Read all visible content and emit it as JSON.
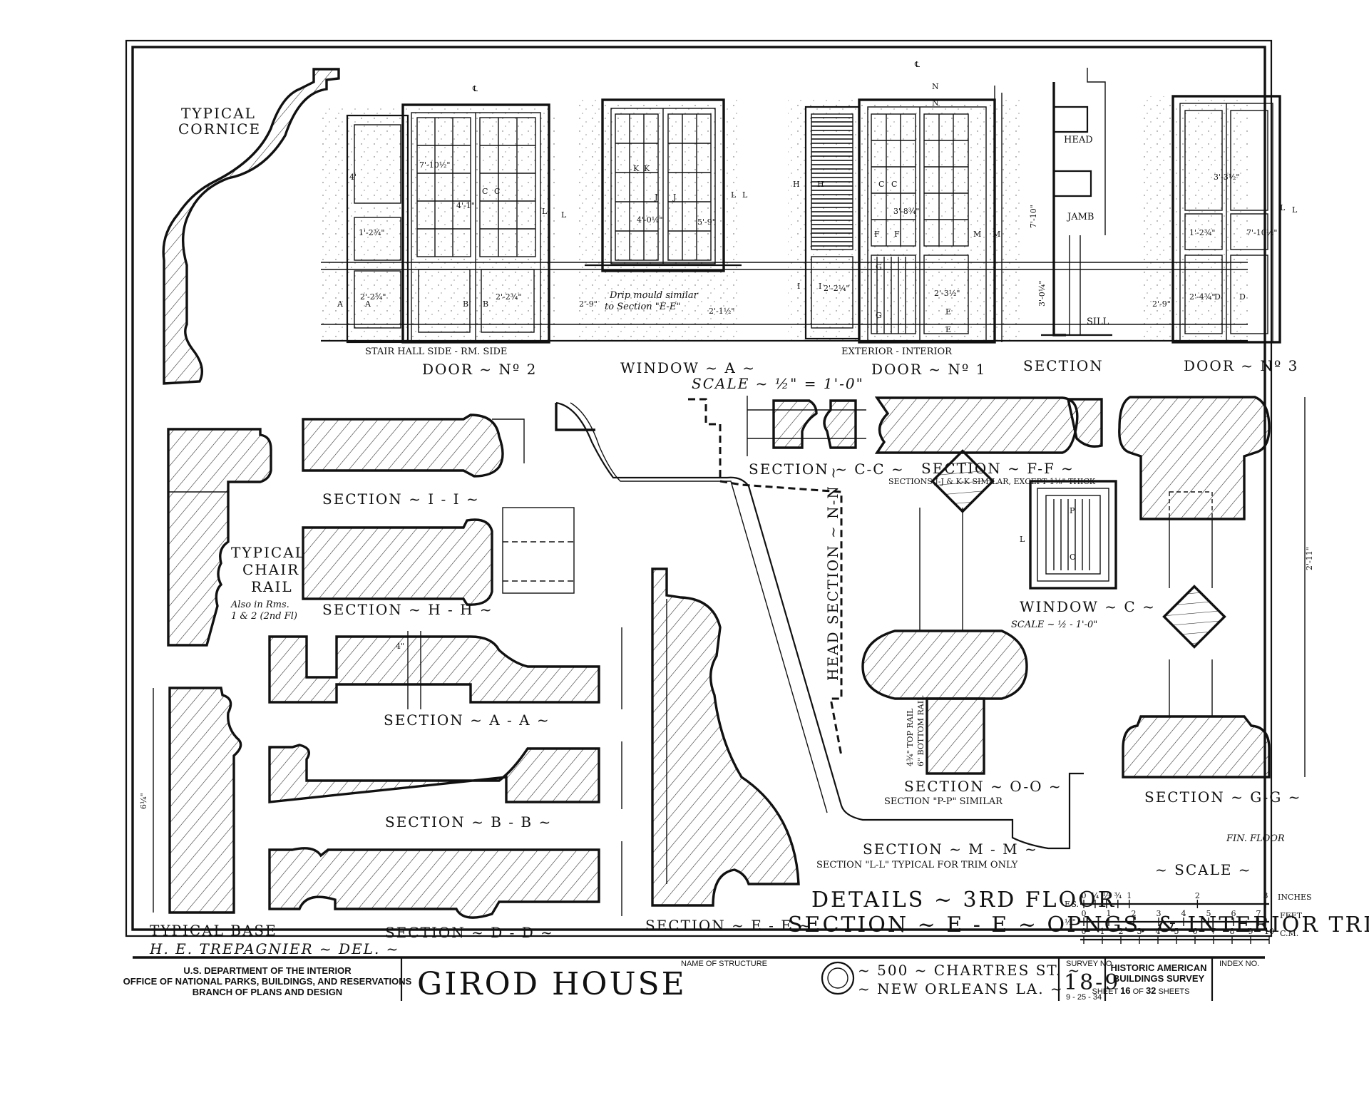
{
  "elevations": {
    "typical_cornice": [
      "TYPICAL",
      "CORNICE"
    ],
    "door2": {
      "sides": "STAIR HALL SIDE - RM. SIDE",
      "title": "DOOR ~ Nº 2",
      "dims": [
        "7'-10½\"",
        "4'-1\"",
        "1'-2¾\"",
        "2'-2¾\"",
        "2'-2¾\"",
        "4'"
      ]
    },
    "window_a": {
      "title": "WINDOW ~ A ~",
      "note": "Drip mould similar to Section \"E-E\"",
      "dims": [
        "4'-0½\"",
        "5'-9\"",
        "2'-9\"",
        "2'-1½\""
      ]
    },
    "door1": {
      "sides": "EXTERIOR - INTERIOR",
      "title": "DOOR ~ Nº 1",
      "dims": [
        "3'-8¾\"",
        "2'-2¼\"",
        "2'-3½\""
      ]
    },
    "section_head": {
      "title": "SECTION",
      "labels": [
        "HEAD",
        "JAMB",
        "SILL"
      ],
      "dims": [
        "7'-10\"",
        "3'-0¼\""
      ]
    },
    "door3": {
      "title": "DOOR ~ Nº 3",
      "dims": [
        "3'-3½\"",
        "7'-10½\"",
        "1'-2¾\"",
        "2'-4¾\"",
        "2'-9\""
      ]
    },
    "scale_note": "SCALE ~ ½\" = 1'-0\""
  },
  "sections": {
    "i_i": "SECTION ~ I - I ~",
    "h_h": "SECTION ~ H - H ~",
    "a_a": "SECTION ~ A - A ~",
    "b_b": "SECTION ~ B - B ~",
    "d_d": "SECTION ~ D - D ~",
    "e_e": "SECTION ~ E - E ~",
    "c_c": "SECTION ~ C-C ~",
    "f_f": "SECTION ~ F-F ~",
    "f_f_note": "SECTIONS J-J & K-K SIMILAR, EXCEPT 1⅛\" THICK",
    "head_n_n": "HEAD SECTION ~ N-N ~",
    "o_o": "SECTION ~ O-O ~",
    "o_o_note": "SECTION \"P-P\" SIMILAR",
    "m_m": "SECTION ~ M - M ~",
    "m_m_note": "SECTION \"L-L\" TYPICAL FOR TRIM ONLY",
    "g_g": "SECTION ~ G-G ~",
    "chair_rail": [
      "TYPICAL",
      "CHAIR",
      "RAIL"
    ],
    "chair_rail_note": [
      "Also in Rms.",
      "1 & 2 (2nd Fl)"
    ],
    "typical_base": "TYPICAL BASE",
    "delineator": "H. E. TREPAGNIER ~ DEL. ~",
    "window_c": "WINDOW ~ C ~",
    "window_c_scale": "SCALE ~ ½ - 1'-0\"",
    "o_o_rail_note": [
      "4¾\" TOP RAIL",
      "6\" BOTTOM RAIL"
    ],
    "fin_floor": "FIN. FLOOR",
    "dim_height": "2'-11\"",
    "dim_base": "6¼\""
  },
  "details_title": [
    "DETAILS ~ 3RD FLOOR",
    "SECTION ~ E - E ~ OPNGS. & INTERIOR TRIM"
  ],
  "scale_bar": {
    "title": "~ SCALE ~",
    "fs": "F.S.",
    "half": "½\"",
    "inches_ticks": [
      "0",
      "¼",
      "½",
      "¾",
      "1",
      "2",
      "3"
    ],
    "inches_unit": "INCHES",
    "feet_ticks": [
      "0",
      "1",
      "2",
      "3",
      "4",
      "5",
      "6",
      "7"
    ],
    "feet_unit": "FEET",
    "cm_ticks": [
      "0",
      "1",
      "2",
      "3",
      "4",
      "5",
      "6",
      "7",
      "8",
      "9",
      "10"
    ],
    "cm_unit": "C.M."
  },
  "title_block": {
    "agency": [
      "U.S. DEPARTMENT OF THE INTERIOR",
      "OFFICE OF NATIONAL PARKS, BUILDINGS, AND RESERVATIONS",
      "BRANCH OF PLANS AND DESIGN"
    ],
    "name_label": "NAME OF STRUCTURE",
    "name": "GIROD HOUSE",
    "address": [
      "~ 500 ~ CHARTRES ST. ~",
      "~ NEW ORLEANS LA. ~"
    ],
    "survey_label": "SURVEY NO.",
    "survey_no": "18-9",
    "date": "9 - 25 - 34",
    "habs": [
      "HISTORIC AMERICAN",
      "BUILDINGS SURVEY"
    ],
    "sheet_pre": "SHEET",
    "sheet_no": "16",
    "sheet_mid": "OF",
    "sheet_total": "32",
    "sheet_post": "SHEETS",
    "index_label": "INDEX NO."
  },
  "letters": {
    "a": "A",
    "b": "B",
    "c": "C",
    "d": "D",
    "e": "E",
    "f": "F",
    "g": "G",
    "h": "H",
    "i": "I",
    "j": "J",
    "k": "K",
    "l": "L",
    "m": "M",
    "n": "N",
    "o": "O",
    "p": "P",
    "cl": "℄"
  }
}
